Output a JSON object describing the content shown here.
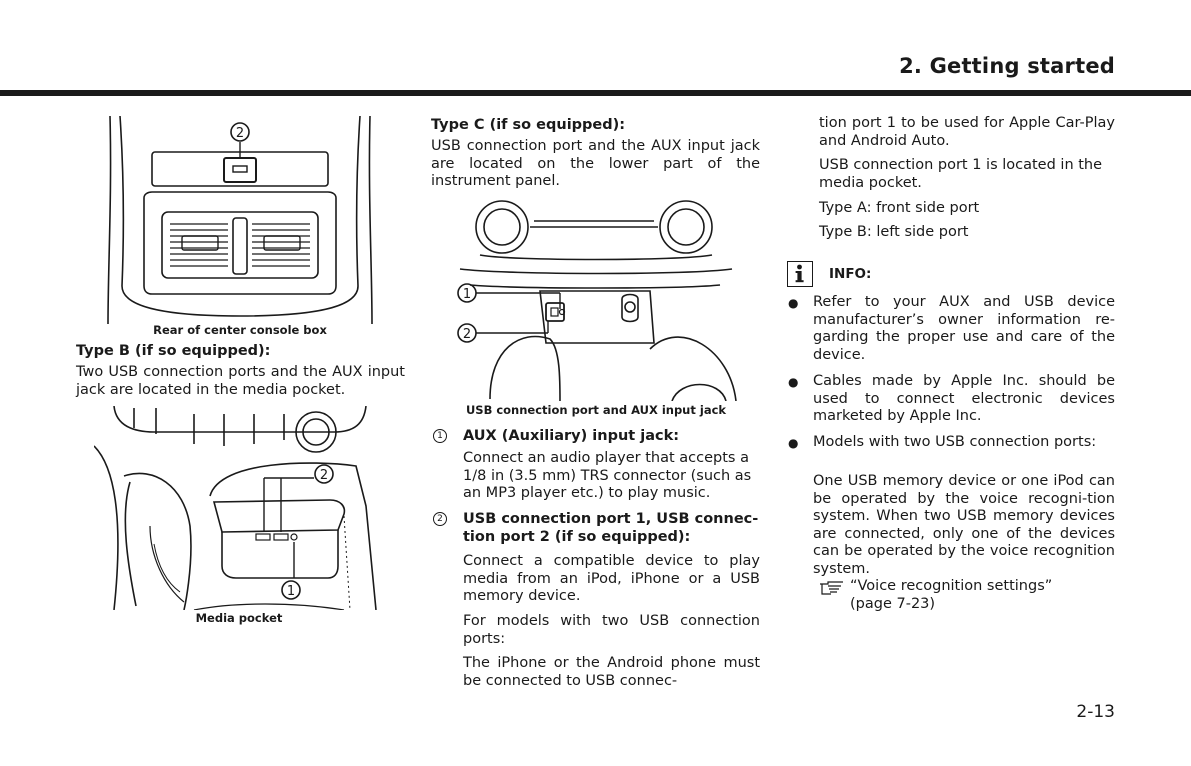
{
  "header": {
    "section_title": "2. Getting started"
  },
  "col1": {
    "fig1_caption": "Rear of center console box",
    "typeB_heading": "Type B (if so equipped):",
    "typeB_text": "Two USB connection ports and the AUX input jack are located in the media pocket.",
    "fig2_caption": "Media pocket"
  },
  "col2": {
    "typeC_heading": "Type C (if so equipped):",
    "typeC_text": "USB connection port and the AUX input jack are located on the lower part of the instrument panel.",
    "fig3_caption": "USB connection port and AUX input jack",
    "item1_num": "1",
    "item1_heading": "AUX (Auxiliary) input jack:",
    "item1_text": "Connect an audio player that accepts a 1/8 in (3.5 mm) TRS connector (such as an MP3 player etc.) to play music.",
    "item2_num": "2",
    "item2_heading_line1": "USB connection port 1, USB connec-",
    "item2_heading_line2": "tion port 2 (if so equipped):",
    "item2_text1": "Connect a compatible device to play media from an iPod, iPhone or a USB memory device.",
    "item2_text2": "For models with two USB connection ports:",
    "item2_text3": "The iPhone or the Android phone must be connected to USB connec-"
  },
  "col3": {
    "cont_text": "tion port 1 to be used for Apple Car-Play and Android Auto.",
    "usb_location": "USB connection port 1 is located in the media pocket.",
    "typeA": "Type A: front side port",
    "typeB": "Type B: left side port",
    "info_label": "INFO:",
    "bullet1": "Refer to your AUX and USB device manufacturer’s owner information re-garding the proper use and care of the device.",
    "bullet2": "Cables made by Apple Inc. should be used to connect electronic devices marketed by Apple Inc.",
    "bullet3_head": "Models with two USB connection ports:",
    "bullet3_text": "One USB memory device or one iPod can be operated by the voice recogni-tion system. When two USB memory devices are connected, only one of the devices can be operated by the voice recognition system.",
    "ref_text": "“Voice recognition settings”",
    "ref_page": "(page 7-23)"
  },
  "figures": {
    "fig1_callout": "2",
    "fig2_callout_top": "2",
    "fig2_callout_bottom": "1",
    "fig3_callout_1": "1",
    "fig3_callout_2": "2"
  },
  "footer": {
    "page_number": "2-13"
  }
}
